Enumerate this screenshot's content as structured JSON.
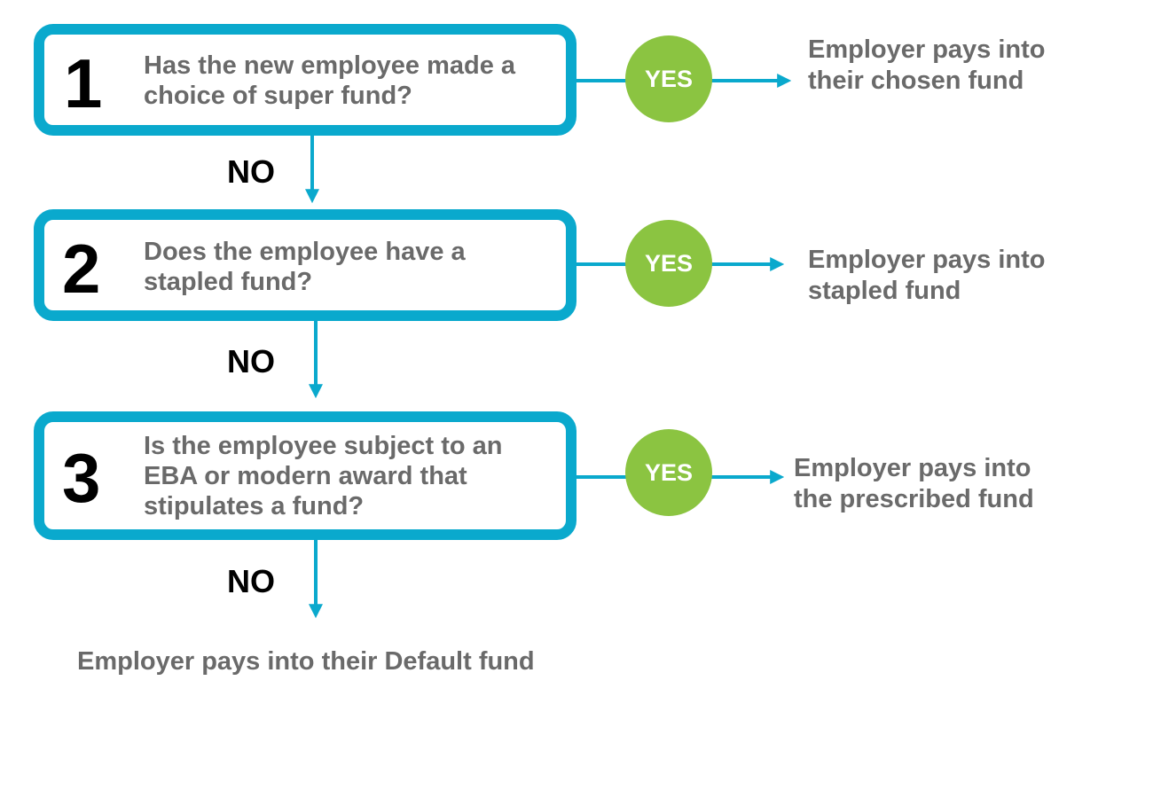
{
  "colors": {
    "box_border": "#0aa9cd",
    "connector": "#0aa9cd",
    "yes_circle": "#8bc441",
    "question_text": "#6a6a6a",
    "number_text": "#000000",
    "no_text": "#000000"
  },
  "steps": [
    {
      "number": "1",
      "question_lines": [
        "Has the new employee made a",
        "choice of super fund?"
      ],
      "yes_label": "YES",
      "outcome_lines": [
        "Employer pays into",
        "their chosen fund"
      ],
      "no_label": "NO"
    },
    {
      "number": "2",
      "question_lines": [
        "Does the employee have a",
        "stapled fund?"
      ],
      "yes_label": "YES",
      "outcome_lines": [
        "Employer pays into",
        "stapled fund"
      ],
      "no_label": "NO"
    },
    {
      "number": "3",
      "question_lines": [
        "Is the employee subject to an",
        "EBA or modern award that",
        "stipulates a fund?"
      ],
      "yes_label": "YES",
      "outcome_lines": [
        "Employer pays into",
        "the prescribed fund"
      ],
      "no_label": "NO"
    }
  ],
  "final_outcome": "Employer pays into their Default fund"
}
